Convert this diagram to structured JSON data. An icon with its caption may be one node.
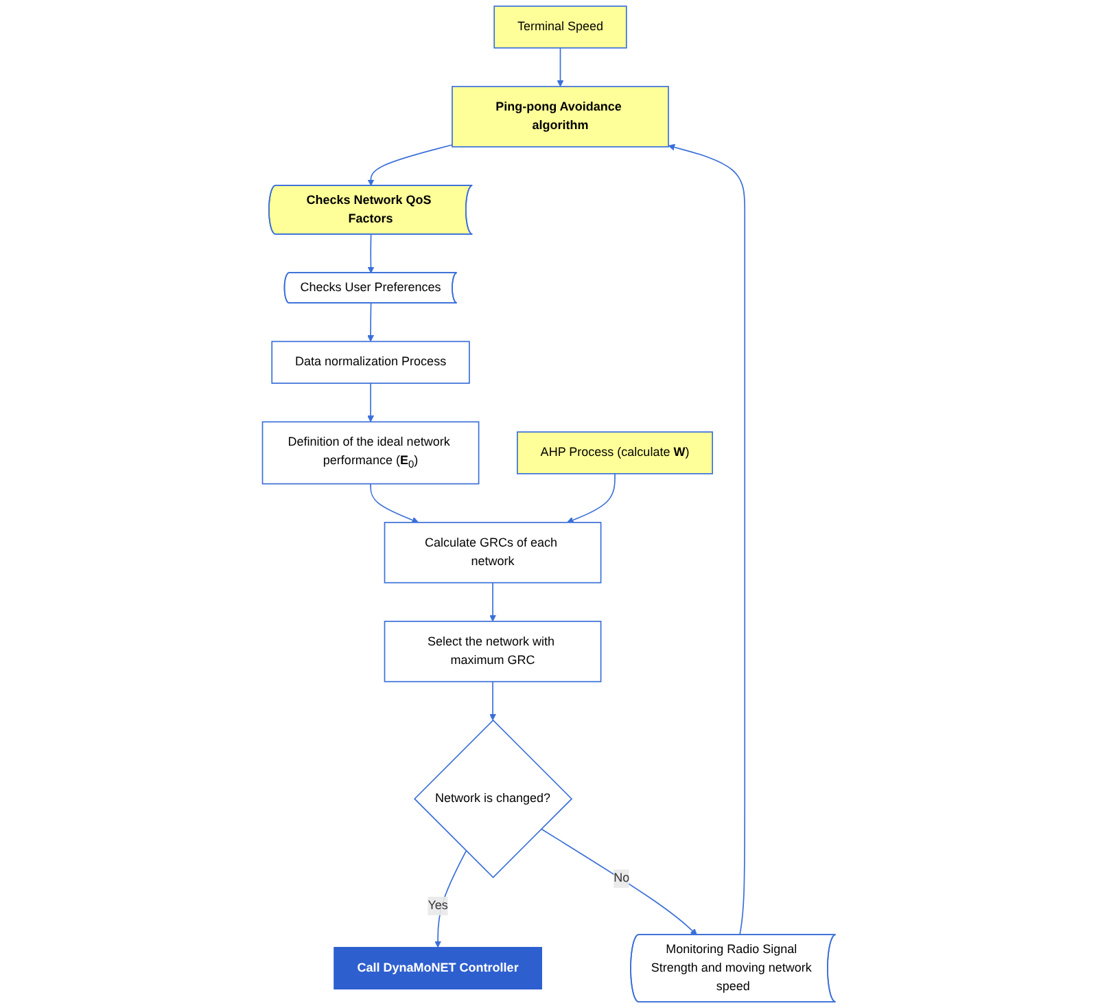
{
  "diagram": {
    "nodes": [
      {
        "text": [
          "Terminal Speed"
        ]
      },
      {
        "text": [
          "Monitoring Radio Signal Strength and moving network speed"
        ]
      },
      {
        "text": [
          "Ping-pong Avoidance algorithm"
        ]
      },
      {
        "text": [
          "Checks Network QoS Factors"
        ]
      },
      {
        "text": [
          "Checks User Preferences"
        ]
      },
      {
        "text": [
          "Data normalization Process"
        ]
      },
      {
        "text": [
          "Definition of the ideal network performance (**E**$_{0}$)"
        ]
      },
      {
        "text": [
          "Calculate GRCs of each network"
        ]
      },
      {
        "text": [
          "AHP Process (calculate **W**)"
        ]
      },
      {
        "text": [
          "Select the network with maximum GRC"
        ]
      },
      {
        "text": [
          "Network is changed?"
        ]
      },
      {
        "text": [
          "Call DynaMoNET Controller"
        ]
      }
    ],
    "edges": [
      {
        "from": 0,
        "to": 2,
        "arrow": "to"
      },
      {
        "from": 1,
        "to": 2,
        "arrow": "to"
      },
      {
        "from": 2,
        "to": 3,
        "arrow": "to"
      },
      {
        "from": 3,
        "to": 4,
        "arrow": "to"
      },
      {
        "from": 4,
        "to": 5,
        "arrow": "to"
      },
      {
        "from": 5,
        "to": 6,
        "arrow": "to"
      },
      {
        "from": 6,
        "to": 7,
        "arrow": "to"
      },
      {
        "from": 8,
        "to": 7,
        "arrow": "to"
      },
      {
        "from": 7,
        "to": 9,
        "arrow": "to"
      },
      {
        "from": 9,
        "to": 10,
        "arrow": "to"
      },
      {
        "from": 10,
        "to": 11,
        "label": "Yes",
        "arrow": "to"
      },
      {
        "from": 10,
        "to": 1,
        "label": "No",
        "arrow": "to"
      }
    ]
  }
}
